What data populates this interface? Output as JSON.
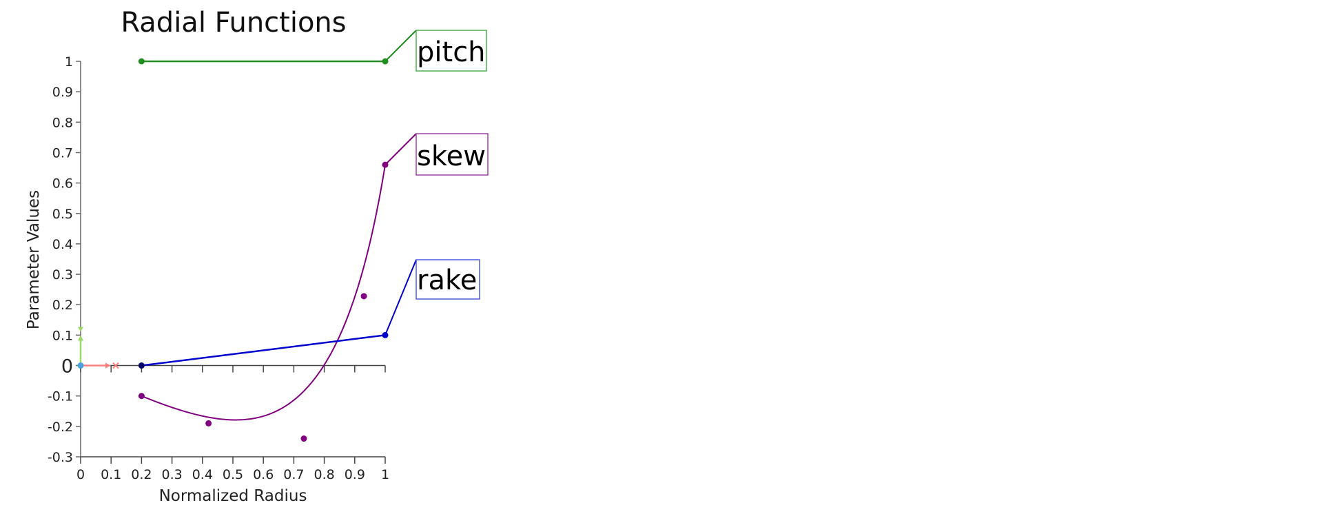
{
  "chart_data": {
    "type": "line",
    "title": "Radial Functions",
    "xlabel": "Normalized Radius",
    "ylabel": "Parameter Values",
    "xlim": [
      0,
      1
    ],
    "ylim": [
      -0.3,
      1
    ],
    "grid": false,
    "x_ticks": [
      "0",
      "0.1",
      "0.2",
      "0.3",
      "0.4",
      "0.5",
      "0.6",
      "0.7",
      "0.8",
      "0.9",
      "1"
    ],
    "y_ticks": [
      "1",
      "0.9",
      "0.8",
      "0.7",
      "0.6",
      "0.5",
      "0.4",
      "0.3",
      "0.2",
      "0.1",
      "0",
      "-0.1",
      "-0.2",
      "-0.3"
    ],
    "series": [
      {
        "name": "pitch",
        "color": "#1f8f1f",
        "label_border": "#4caf50",
        "curve": "linear",
        "points": [
          [
            0.2,
            1.0
          ],
          [
            1.0,
            1.0
          ]
        ]
      },
      {
        "name": "skew",
        "color": "#800080",
        "label_border": "#a040a8",
        "curve": "bspline",
        "control_points": [
          [
            0.2,
            -0.1
          ],
          [
            0.42,
            -0.19
          ],
          [
            0.733,
            -0.24
          ],
          [
            0.93,
            0.228
          ],
          [
            1.0,
            0.66
          ]
        ]
      },
      {
        "name": "rake",
        "color": "#0000cc",
        "label_border": "#4a5ae0",
        "curve": "linear",
        "points": [
          [
            0.2,
            0.0
          ],
          [
            1.0,
            0.1
          ]
        ]
      }
    ],
    "legend_position": "right-inline-labels",
    "origin_gizmo": {
      "x_axis_color": "#ff8080",
      "y_axis_color": "#9ad86a",
      "origin_color": "#4aa3df"
    }
  },
  "labels": {
    "pitch": "pitch",
    "skew": "skew",
    "rake": "rake"
  }
}
